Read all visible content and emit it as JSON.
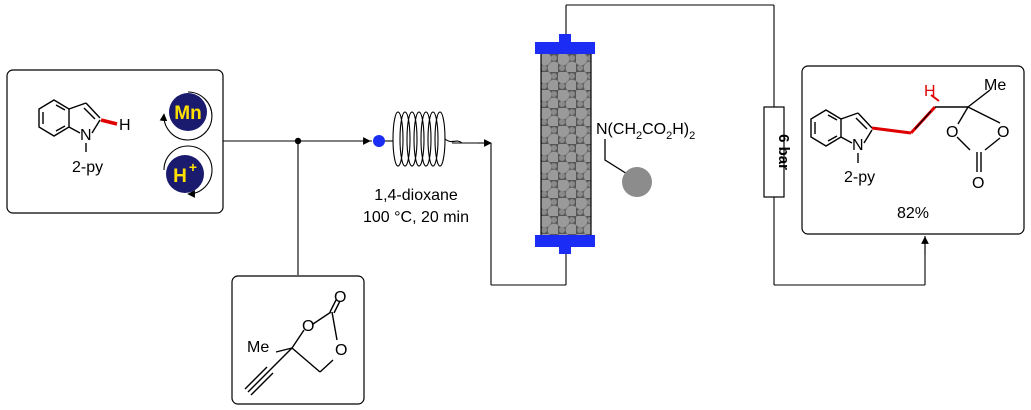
{
  "reactant_box": {
    "h_label": "H",
    "n_label": "N",
    "substituent": "2-py",
    "catalyst_label": "Mn",
    "proton_label": "H",
    "proton_charge": "+"
  },
  "reagent_box": {
    "methyl_label": "Me",
    "o_ring_top": "O",
    "o_ring_right": "O",
    "o_carbonyl": "O"
  },
  "conditions": {
    "solvent": "1,4-dioxane",
    "temp_time": "100 °C, 20 min"
  },
  "scavenger": {
    "n_part": "N(CH",
    "sub2a": "2",
    "co2h": "CO",
    "sub2b": "2",
    "h_paren": "H)",
    "sub2c": "2"
  },
  "bpr": {
    "label": "6 bar"
  },
  "product_box": {
    "h_label": "H",
    "methyl_label": "Me",
    "n_label": "N",
    "substituent": "2-py",
    "o_ring_left": "O",
    "o_ring_right": "O",
    "o_carbonyl": "O",
    "yield": "82%"
  },
  "colors": {
    "highlight_bond": "#e00000",
    "column_caps": "#1b2cf5",
    "catalyst_circle": "#1a1a6e",
    "catalyst_text": "#ffe000",
    "resin_bead": "#8c8c8c"
  }
}
